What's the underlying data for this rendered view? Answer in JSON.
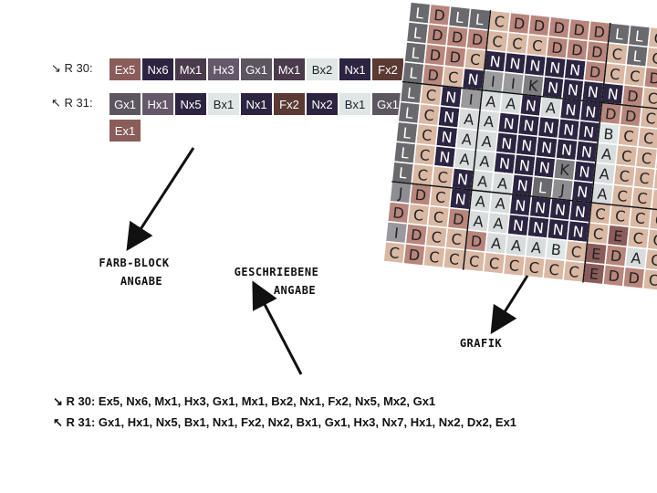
{
  "colors": {
    "E": "#8a5c5a",
    "N": "#2c2440",
    "M": "#4a3a4c",
    "H": "#65586a",
    "G": "#5c5660",
    "B": "#dfe6e6",
    "F": "#5a3a33",
    "D": "#b8867c",
    "C": "#d9b8a4",
    "L": "#6a6a6e",
    "A": "#d8dcdc",
    "I": "#9a9a9e",
    "K": "#7e7e82",
    "J": "#8e8e92",
    "cell_text_dark": "#222222",
    "cell_text_light": "#ffffff"
  },
  "rows": [
    {
      "label": "↘ R 30:",
      "blocks": [
        {
          "label": "Ex5",
          "color": "#8a5c5a"
        },
        {
          "label": "Nx6",
          "color": "#2c2440"
        },
        {
          "label": "Mx1",
          "color": "#4a3a4c"
        },
        {
          "label": "Hx3",
          "color": "#65586a"
        },
        {
          "label": "Gx1",
          "color": "#5c5660"
        },
        {
          "label": "Mx1",
          "color": "#4a3a4c"
        },
        {
          "label": "Bx2",
          "color": "#dfe6e6"
        },
        {
          "label": "Nx1",
          "color": "#2c2440"
        },
        {
          "label": "Fx2",
          "color": "#5a3a33"
        }
      ]
    },
    {
      "label": "↖ R 31:",
      "blocks": [
        {
          "label": "Gx1",
          "color": "#5c5660"
        },
        {
          "label": "Hx1",
          "color": "#65586a"
        },
        {
          "label": "Nx5",
          "color": "#2c2440"
        },
        {
          "label": "Bx1",
          "color": "#dfe6e6"
        },
        {
          "label": "Nx1",
          "color": "#2c2440"
        },
        {
          "label": "Fx2",
          "color": "#5a3a33"
        },
        {
          "label": "Nx2",
          "color": "#2c2440"
        },
        {
          "label": "Bx1",
          "color": "#dfe6e6"
        },
        {
          "label": "Gx1",
          "color": "#5c5660"
        }
      ],
      "overflow": [
        {
          "label": "Ex1",
          "color": "#8a5c5a"
        }
      ]
    }
  ],
  "annotations": {
    "farb_line1": "FARB-BLOCK",
    "farb_line2": "ANGABE",
    "geschr_line1": "GESCHRIEBENE",
    "geschr_line2": "ANGABE",
    "grafik": "GRAFIK"
  },
  "written": {
    "row30": "↘ R 30: Ex5, Nx6, Mx1, Hx3, Gx1, Mx1, Bx2, Nx1, Fx2, Nx5, Mx2, Gx1",
    "row31": "↖ R 31: Gx1, Hx1, Nx5, Bx1, Nx1, Fx2, Nx2, Bx1, Gx1, Hx3, Nx7, Hx1, Nx2, Dx2, Ex1"
  },
  "grid": [
    "LDLLCDDDDDLLCC",
    "LDDDCCCDDDCLCC",
    "LDDCNNNNNDCCDC",
    "LDCNIIKNNNNDCC",
    "LCNIAANANNDDCC",
    "LCNAANNNNNBCCC",
    "LCNAANNNNNACCC",
    "LCNAANNNKNACCC",
    "LCCNAANLJNACCC",
    "JDCNAANNNNCCCC",
    "DCCDAANNNNCECC",
    "IDCCDAAABCEDAC",
    "CDCCCCCCCCEDDC"
  ]
}
